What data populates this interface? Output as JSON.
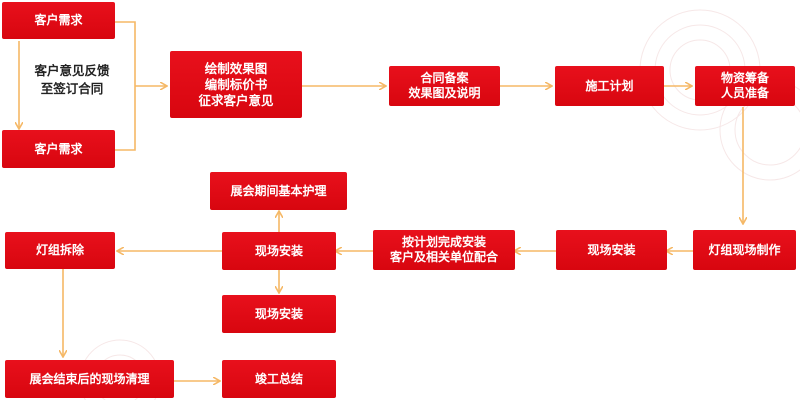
{
  "colors": {
    "box_fill": "#e10a16",
    "connector": "#f5b866",
    "note_text": "#222222"
  },
  "flow": {
    "client_need_top": "客户需求",
    "feedback_note": [
      "客户意见反馈",
      "至签订合同"
    ],
    "client_need_bottom": "客户需求",
    "design": [
      "绘制效果图",
      "编制标价书",
      "征求客户意见"
    ],
    "contract": [
      "合同备案",
      "效果图及说明"
    ],
    "construction_plan": "施工计划",
    "prep": [
      "物资筹备",
      "人员准备"
    ],
    "light_make": "灯组现场制作",
    "onsite_install_a": "现场安装",
    "install_plan": [
      "按计划完成安装",
      "客户及相关单位配合"
    ],
    "onsite_install_b": "现场安装",
    "maintenance": "展会期间基本护理",
    "onsite_install_c": "现场安装",
    "dismantle": "灯组拆除",
    "cleanup": "展会结束后的现场清理",
    "summary": "竣工总结"
  }
}
